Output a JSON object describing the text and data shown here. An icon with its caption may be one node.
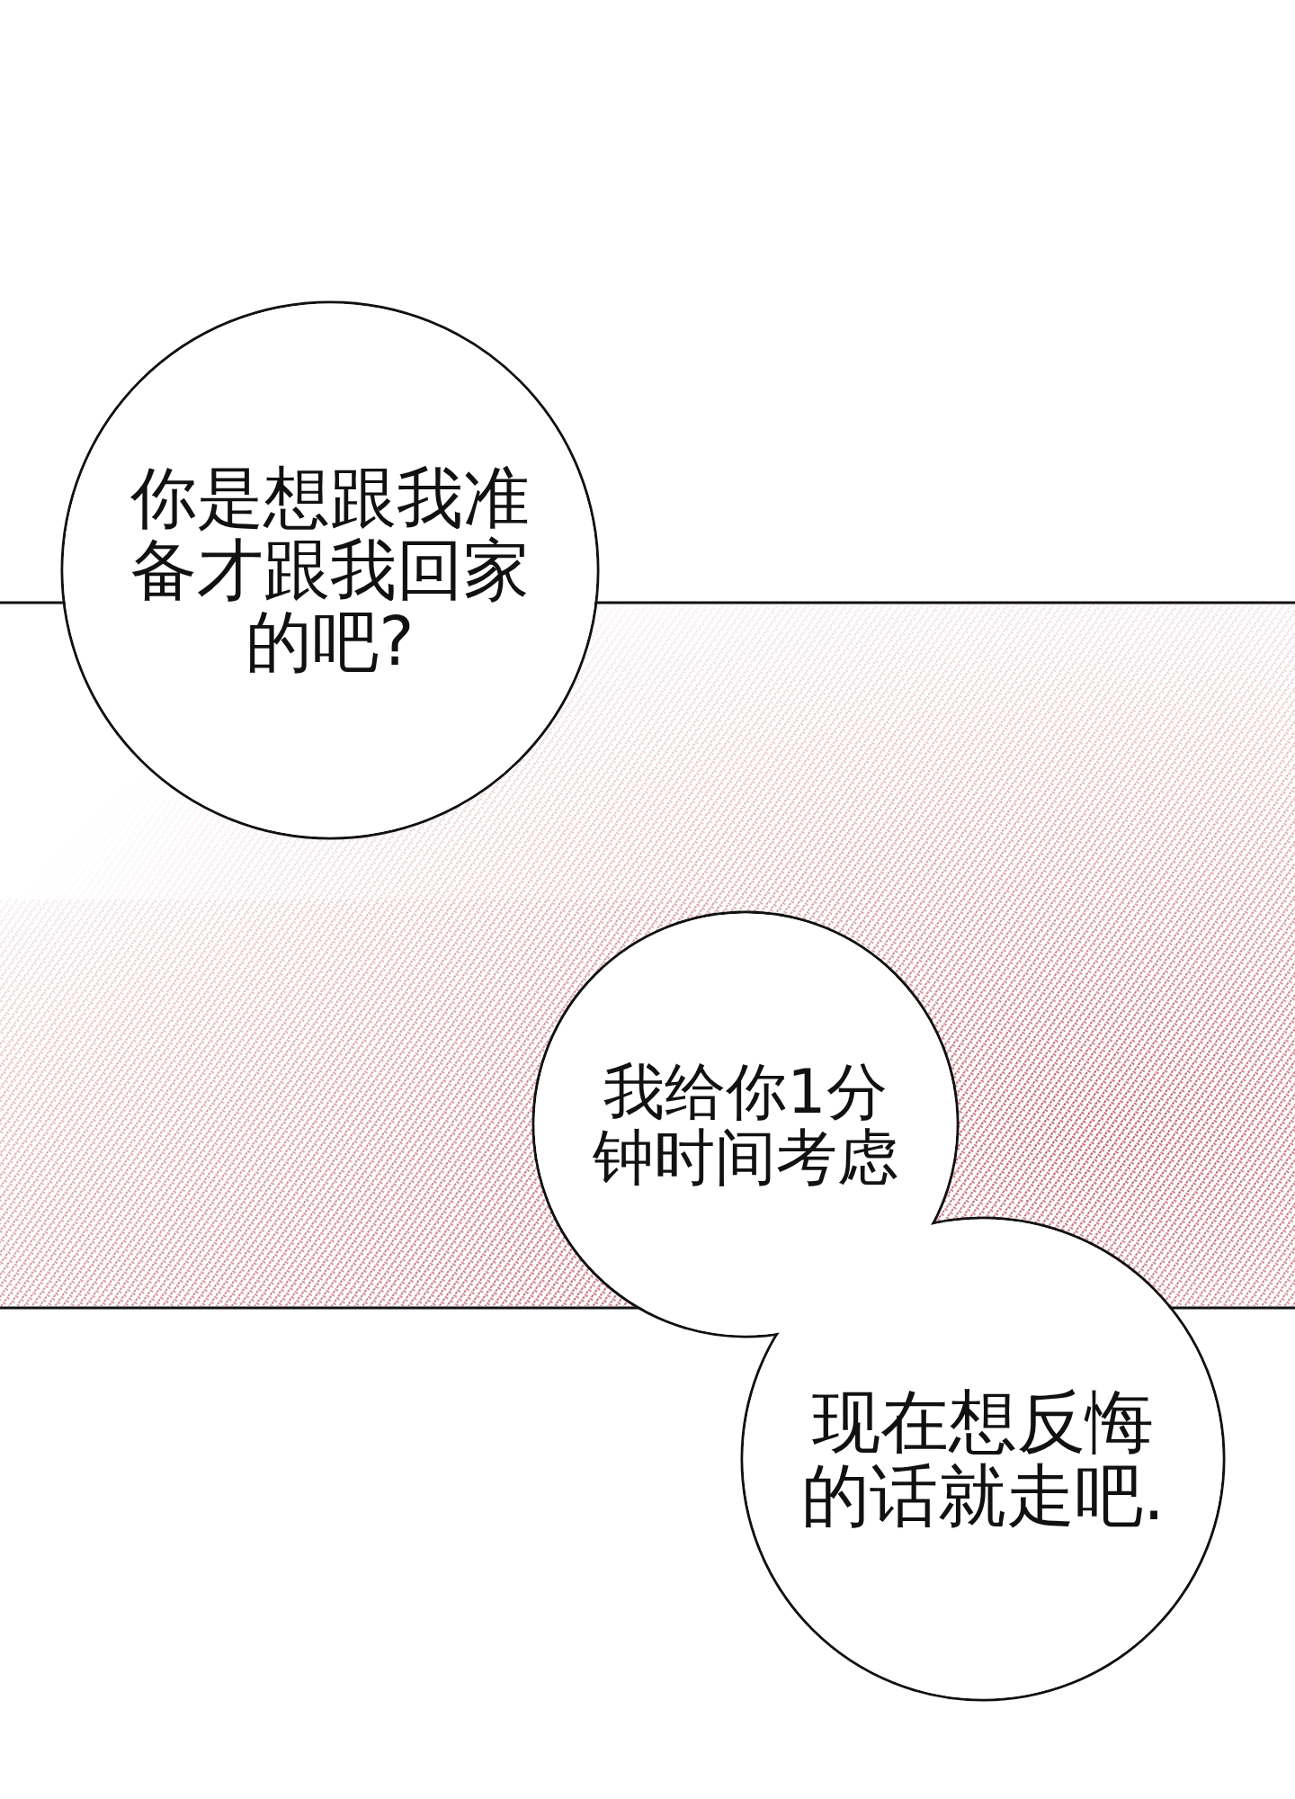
{
  "diagram": {
    "nodes": [
      {
        "text": [
          "你是想跟我准备才跟我回家的吧?"
        ]
      },
      {
        "text": [
          "我给你1分钟时间考虑"
        ]
      },
      {
        "text": [
          "现在想反悔的话就走吧."
        ]
      }
    ]
  }
}
